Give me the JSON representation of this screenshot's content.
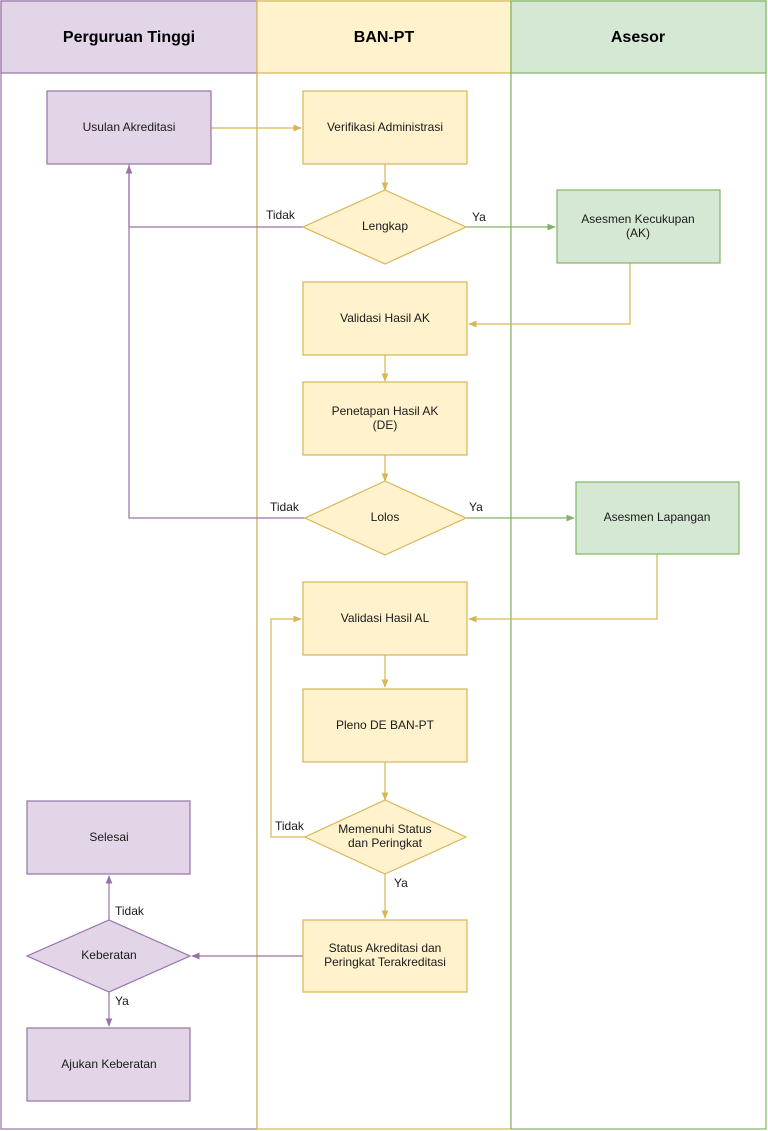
{
  "colors": {
    "purple_fill": "#e1d5e7",
    "purple_stroke": "#9673a6",
    "yellow_fill": "#fff2cc",
    "yellow_stroke": "#d6b656",
    "green_fill": "#d5e8d4",
    "green_stroke": "#82b366"
  },
  "lanes": [
    {
      "id": "pt",
      "title": "Perguruan Tinggi"
    },
    {
      "id": "ban",
      "title": "BAN-PT"
    },
    {
      "id": "asesor",
      "title": "Asesor"
    }
  ],
  "nodes": {
    "usulan": [
      "Usulan Akreditasi"
    ],
    "verifikasi": [
      "Verifikasi Administrasi"
    ],
    "lengkap": [
      "Lengkap"
    ],
    "asesmen_ak": [
      "Asesmen Kecukupan",
      "(AK)"
    ],
    "validasi_ak": [
      "Validasi Hasil AK"
    ],
    "penetapan": [
      "Penetapan Hasil AK",
      "(DE)"
    ],
    "lolos": [
      "Lolos"
    ],
    "asesmen_al": [
      "Asesmen Lapangan"
    ],
    "validasi_al": [
      "Validasi Hasil AL"
    ],
    "pleno": [
      "Pleno DE BAN-PT"
    ],
    "memenuhi": [
      "Memenuhi Status",
      "dan Peringkat"
    ],
    "status": [
      "Status Akreditasi dan",
      "Peringkat Terakreditasi"
    ],
    "keberatan": [
      "Keberatan"
    ],
    "selesai": [
      "Selesai"
    ],
    "ajukan": [
      "Ajukan Keberatan"
    ]
  },
  "edge_labels": {
    "lengkap_tidak": "Tidak",
    "lengkap_ya": "Ya",
    "lolos_tidak": "Tidak",
    "lolos_ya": "Ya",
    "memenuhi_tidak": "Tidak",
    "memenuhi_ya": "Ya",
    "keberatan_tidak": "Tidak",
    "keberatan_ya": "Ya"
  }
}
